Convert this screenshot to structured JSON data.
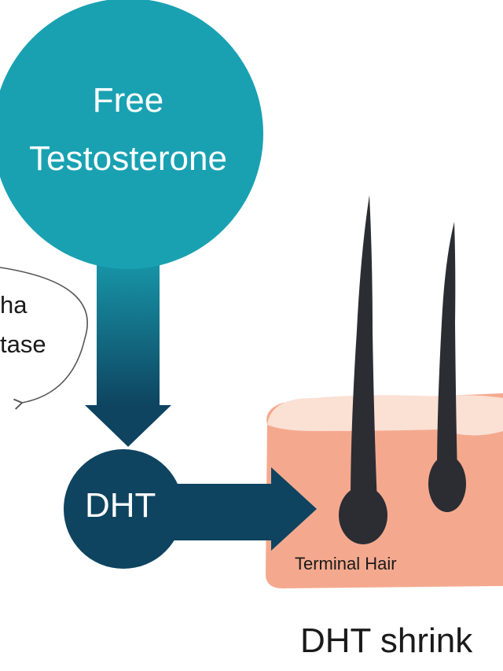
{
  "diagram": {
    "free_testosterone": {
      "line1": "Free",
      "line2": "Testosterone"
    },
    "enzyme": {
      "line1": "ha",
      "line2": "tase"
    },
    "dht": "DHT",
    "terminal_hair": "Terminal Hair",
    "caption": "DHT shrink"
  },
  "colors": {
    "teal": "#19a1b2",
    "navy": "#0e4460",
    "skin": "#f4a98e",
    "skin_top": "#fbe0d4",
    "hair": "#2b2d33"
  }
}
